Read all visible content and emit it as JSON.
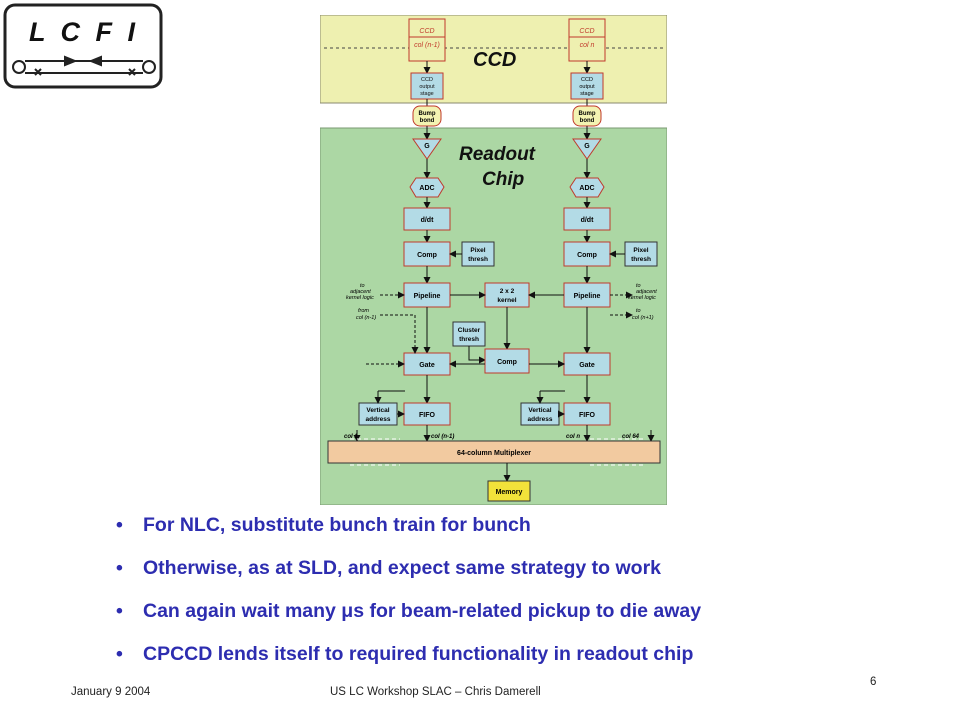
{
  "logo": {
    "text": "L C F I"
  },
  "diagram": {
    "ccd_region_label": "CCD",
    "readout_region_label_1": "Readout",
    "readout_region_label_2": "Chip",
    "col_left": {
      "ccd": "CCD",
      "col": "col (n-1)",
      "output": [
        "CCD",
        "output",
        "stage"
      ],
      "bump": [
        "Bump",
        "bond"
      ],
      "g": "G",
      "adc": "ADC",
      "ddt": "d/dt",
      "comp": "Comp",
      "pipeline": "Pipeline",
      "gate": "Gate",
      "fifo": "FIFO",
      "vaddr": [
        "Vertical",
        "address"
      ]
    },
    "col_right": {
      "ccd": "CCD",
      "col": "col n",
      "output": [
        "CCD",
        "output",
        "stage"
      ],
      "bump": [
        "Bump",
        "bond"
      ],
      "g": "G",
      "adc": "ADC",
      "ddt": "d/dt",
      "comp": "Comp",
      "pipeline": "Pipeline",
      "gate": "Gate",
      "fifo": "FIFO",
      "vaddr": [
        "Vertical",
        "address"
      ]
    },
    "pixel_thresh": [
      "Pixel",
      "thresh"
    ],
    "kernel": [
      "2 x 2",
      "kernel"
    ],
    "cluster_thresh": [
      "Cluster",
      "thresh"
    ],
    "center_comp": "Comp",
    "left_notes": {
      "to_adjacent": [
        "to",
        "adjacent",
        "kernel logic"
      ],
      "from_col": [
        "from",
        "col (n-1)"
      ]
    },
    "right_notes": {
      "to_adjacent": [
        "to",
        "adjacent",
        "kernel logic"
      ],
      "to_col": [
        "to",
        "col (n+1)"
      ]
    },
    "mux_labels": {
      "col1": "col 1",
      "coln1": "col (n-1)",
      "coln": "col n",
      "col64": "col 64",
      "title": "64-column Multiplexer"
    },
    "memory": "Memory"
  },
  "bullets": [
    "For NLC, substitute bunch train for bunch",
    "Otherwise, as at SLD, and expect same strategy to work",
    "Can again wait many μs for beam-related pickup to die away",
    "CPCCD lends itself to required functionality in readout chip"
  ],
  "bullet_marker": "•",
  "footer": {
    "date": "January 9 2004",
    "center": "US LC Workshop SLAC – Chris Damerell",
    "page": "6"
  },
  "colors": {
    "ccd_bg": "#eef0b0",
    "chip_bg": "#acd7a4",
    "block_blue": "#b3dbe6",
    "block_border": "#c0392b",
    "bump_fill": "#f3f3b2",
    "mux_fill": "#f2caa0",
    "memory_fill": "#f2e23a",
    "text_blue": "#2d2db0"
  }
}
